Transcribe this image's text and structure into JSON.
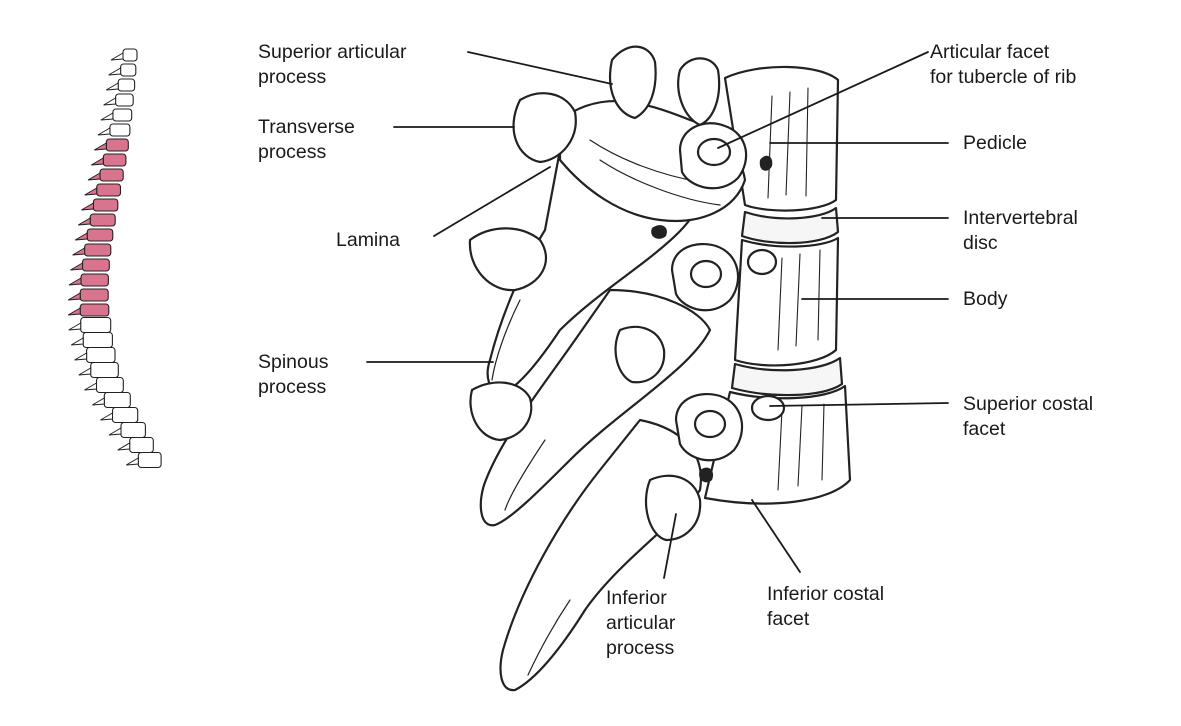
{
  "colors": {
    "ink": "#1a1a1a",
    "highlight": "#d9748f",
    "bone_fill": "#ffffff",
    "bone_stroke": "#222222"
  },
  "figure": {
    "highlighted_region": "thoracic vertebrae"
  },
  "labels": {
    "superior_articular_process": [
      "Superior articular",
      "process"
    ],
    "transverse_process": [
      "Transverse",
      "process"
    ],
    "lamina": [
      "Lamina"
    ],
    "spinous_process": [
      "Spinous",
      "process"
    ],
    "articular_facet": [
      "Articular facet",
      "for tubercle of rib"
    ],
    "pedicle": [
      "Pedicle"
    ],
    "intervertebral_disc": [
      "Intervertebral",
      "disc"
    ],
    "body": [
      "Body"
    ],
    "superior_costal_facet": [
      "Superior costal",
      "facet"
    ],
    "inferior_costal_facet": [
      "Inferior costal",
      "facet"
    ],
    "inferior_articular_process": [
      "Inferior",
      "articular",
      "process"
    ]
  }
}
